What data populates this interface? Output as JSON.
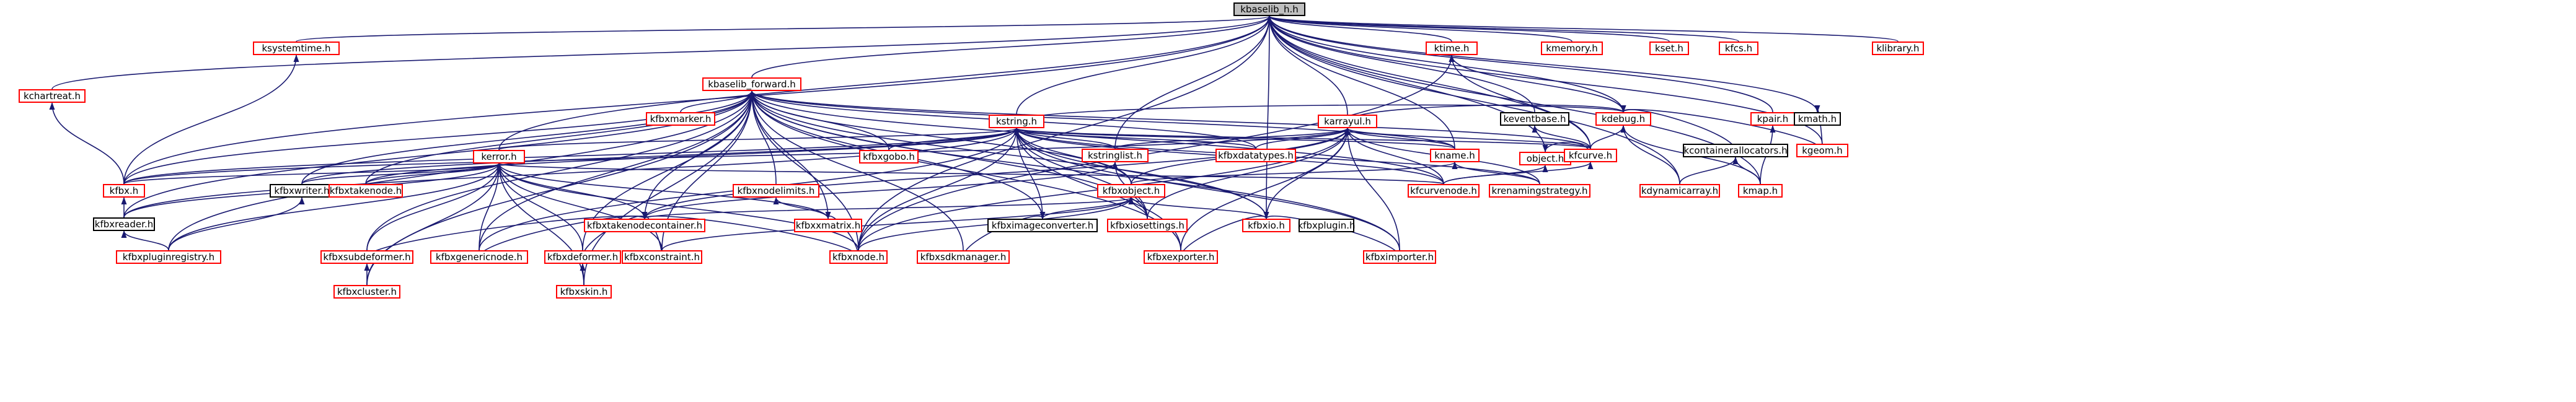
{
  "graph": {
    "edge_color": "#191970",
    "nodes": {
      "kbaselib_h": {
        "label": "kbaselib_h.h",
        "style": "root"
      },
      "kbaselib_forward": {
        "label": "kbaselib_forward.h",
        "style": "link"
      },
      "ksystemtime": {
        "label": "ksystemtime.h",
        "style": "link"
      },
      "kchartreat": {
        "label": "kchartreat.h",
        "style": "link"
      },
      "ktime": {
        "label": "ktime.h",
        "style": "link"
      },
      "kmemory": {
        "label": "kmemory.h",
        "style": "link"
      },
      "kset": {
        "label": "kset.h",
        "style": "link"
      },
      "kfcs": {
        "label": "kfcs.h",
        "style": "link"
      },
      "klibrary": {
        "label": "klibrary.h",
        "style": "link"
      },
      "keventbase": {
        "label": "keventbase.h",
        "style": "plain"
      },
      "kdebug": {
        "label": "kdebug.h",
        "style": "link"
      },
      "kpair": {
        "label": "kpair.h",
        "style": "link"
      },
      "kmath": {
        "label": "kmath.h",
        "style": "plain"
      },
      "kgeom": {
        "label": "kgeom.h",
        "style": "link"
      },
      "kfbxmarker": {
        "label": "kfbxmarker.h",
        "style": "link"
      },
      "kstring": {
        "label": "kstring.h",
        "style": "link"
      },
      "karrayul": {
        "label": "karrayul.h",
        "style": "link"
      },
      "object": {
        "label": "object.h",
        "style": "link"
      },
      "kcontainerallocators": {
        "label": "kcontainerallocators.h",
        "style": "plain"
      },
      "kfbxgobo": {
        "label": "kfbxgobo.h",
        "style": "link"
      },
      "kstringlist": {
        "label": "kstringlist.h",
        "style": "link"
      },
      "kfbxdatatypes": {
        "label": "kfbxdatatypes.h",
        "style": "link"
      },
      "kname": {
        "label": "kname.h",
        "style": "link"
      },
      "kfcurve": {
        "label": "kfcurve.h",
        "style": "link"
      },
      "kdynamicarray": {
        "label": "kdynamicarray.h",
        "style": "link"
      },
      "kmap": {
        "label": "kmap.h",
        "style": "link"
      },
      "kerror": {
        "label": "kerror.h",
        "style": "link"
      },
      "kfbx": {
        "label": "kfbx.h",
        "style": "link"
      },
      "kfbxwriter": {
        "label": "kfbxwriter.h",
        "style": "plain"
      },
      "kfbxtakenode": {
        "label": "kfbxtakenode.h",
        "style": "link"
      },
      "kfbxnodelimits": {
        "label": "kfbxnodelimits.h",
        "style": "link"
      },
      "kfbxobject": {
        "label": "kfbxobject.h",
        "style": "link"
      },
      "kfcurvenode": {
        "label": "kfcurvenode.h",
        "style": "link"
      },
      "krenamingstrategy": {
        "label": "krenamingstrategy.h",
        "style": "link"
      },
      "kfbxreader": {
        "label": "kfbxreader.h",
        "style": "plain"
      },
      "kfbxtakenodecontainer": {
        "label": "kfbxtakenodecontainer.h",
        "style": "link"
      },
      "kfbxxmatrix": {
        "label": "kfbxxmatrix.h",
        "style": "link"
      },
      "kfbximageconverter": {
        "label": "kfbximageconverter.h",
        "style": "plain"
      },
      "kfbxiosettings": {
        "label": "kfbxiosettings.h",
        "style": "link"
      },
      "kfbxio": {
        "label": "kfbxio.h",
        "style": "link"
      },
      "kfbxplugin": {
        "label": "kfbxplugin.h",
        "style": "plain"
      },
      "kfbxpluginregistry": {
        "label": "kfbxpluginregistry.h",
        "style": "link"
      },
      "kfbxsubdeformer": {
        "label": "kfbxsubdeformer.h",
        "style": "link"
      },
      "kfbxgenericnode": {
        "label": "kfbxgenericnode.h",
        "style": "link"
      },
      "kfbxdeformer": {
        "label": "kfbxdeformer.h",
        "style": "link"
      },
      "kfbxconstraint": {
        "label": "kfbxconstraint.h",
        "style": "link"
      },
      "kfbxnode": {
        "label": "kfbxnode.h",
        "style": "link"
      },
      "kfbxsdkmanager": {
        "label": "kfbxsdkmanager.h",
        "style": "link"
      },
      "kfbxexporter": {
        "label": "kfbxexporter.h",
        "style": "link"
      },
      "kfbximporter": {
        "label": "kfbximporter.h",
        "style": "link"
      },
      "kfbxcluster": {
        "label": "kfbxcluster.h",
        "style": "link"
      },
      "kfbxskin": {
        "label": "kfbxskin.h",
        "style": "link"
      }
    },
    "edges": [
      [
        "ksystemtime",
        "kbaselib_h"
      ],
      [
        "kchartreat",
        "kbaselib_h"
      ],
      [
        "ktime",
        "kbaselib_h"
      ],
      [
        "kmemory",
        "kbaselib_h"
      ],
      [
        "kset",
        "kbaselib_h"
      ],
      [
        "kfcs",
        "kbaselib_h"
      ],
      [
        "klibrary",
        "kbaselib_h"
      ],
      [
        "keventbase",
        "kbaselib_h"
      ],
      [
        "kdebug",
        "kbaselib_h"
      ],
      [
        "kpair",
        "kbaselib_h"
      ],
      [
        "kmath",
        "kbaselib_h"
      ],
      [
        "kgeom",
        "kbaselib_h"
      ],
      [
        "kbaselib_forward",
        "kbaselib_h"
      ],
      [
        "kstring",
        "kbaselib_h"
      ],
      [
        "karrayul",
        "kbaselib_h"
      ],
      [
        "object",
        "kbaselib_h"
      ],
      [
        "kname",
        "kbaselib_h"
      ],
      [
        "kfcurve",
        "kbaselib_h"
      ],
      [
        "kmap",
        "kbaselib_h"
      ],
      [
        "kdynamicarray",
        "kbaselib_h"
      ],
      [
        "kstringlist",
        "kbaselib_h"
      ],
      [
        "kfbxnode",
        "kbaselib_h"
      ],
      [
        "kfbx",
        "kbaselib_h"
      ],
      [
        "kerror",
        "kbaselib_h"
      ],
      [
        "kfbxio",
        "kbaselib_h"
      ],
      [
        "kfbx",
        "kchartreat"
      ],
      [
        "kfbx",
        "ksystemtime"
      ],
      [
        "kfbxnode",
        "ktime"
      ],
      [
        "kdebug",
        "ktime"
      ],
      [
        "kfcurve",
        "ktime"
      ],
      [
        "kstring",
        "kdebug"
      ],
      [
        "karrayul",
        "kdebug"
      ],
      [
        "kfcurve",
        "kdebug"
      ],
      [
        "kcontainerallocators",
        "kdebug"
      ],
      [
        "kdynamicarray",
        "kdebug"
      ],
      [
        "kmap",
        "kdebug"
      ],
      [
        "kgeom",
        "kdebug"
      ],
      [
        "kfcurve",
        "keventbase"
      ],
      [
        "kmap",
        "kpair"
      ],
      [
        "kgeom",
        "kmath"
      ],
      [
        "kmap",
        "kcontainerallocators"
      ],
      [
        "kdynamicarray",
        "kcontainerallocators"
      ],
      [
        "kfbxmarker",
        "kbaselib_forward"
      ],
      [
        "kfbxgobo",
        "kbaselib_forward"
      ],
      [
        "kfbx",
        "kbaselib_forward"
      ],
      [
        "kfbxwriter",
        "kbaselib_forward"
      ],
      [
        "kfbxreader",
        "kbaselib_forward"
      ],
      [
        "kfbxtakenode",
        "kbaselib_forward"
      ],
      [
        "kfbxnodelimits",
        "kbaselib_forward"
      ],
      [
        "kfbxobject",
        "kbaselib_forward"
      ],
      [
        "kfbxdatatypes",
        "kbaselib_forward"
      ],
      [
        "kfcurvenode",
        "kbaselib_forward"
      ],
      [
        "kfbxtakenodecontainer",
        "kbaselib_forward"
      ],
      [
        "kfbxxmatrix",
        "kbaselib_forward"
      ],
      [
        "kfbximageconverter",
        "kbaselib_forward"
      ],
      [
        "kfbxiosettings",
        "kbaselib_forward"
      ],
      [
        "kfbxio",
        "kbaselib_forward"
      ],
      [
        "kfbxpluginregistry",
        "kbaselib_forward"
      ],
      [
        "kfbxsubdeformer",
        "kbaselib_forward"
      ],
      [
        "kfbxgenericnode",
        "kbaselib_forward"
      ],
      [
        "kfbxdeformer",
        "kbaselib_forward"
      ],
      [
        "kfbxconstraint",
        "kbaselib_forward"
      ],
      [
        "kfbxnode",
        "kbaselib_forward"
      ],
      [
        "kfbxsdkmanager",
        "kbaselib_forward"
      ],
      [
        "kfbxexporter",
        "kbaselib_forward"
      ],
      [
        "kfbximporter",
        "kbaselib_forward"
      ],
      [
        "kfbxskin",
        "kbaselib_forward"
      ],
      [
        "kfbxcluster",
        "kbaselib_forward"
      ],
      [
        "kfcurve",
        "kbaselib_forward"
      ],
      [
        "kname",
        "kbaselib_forward"
      ],
      [
        "kfbxgobo",
        "kstring"
      ],
      [
        "kstringlist",
        "kstring"
      ],
      [
        "kfbxdatatypes",
        "kstring"
      ],
      [
        "kerror",
        "kstring"
      ],
      [
        "kfbx",
        "kstring"
      ],
      [
        "kfbxwriter",
        "kstring"
      ],
      [
        "kfbxtakenode",
        "kstring"
      ],
      [
        "kfbxobject",
        "kstring"
      ],
      [
        "kname",
        "kstring"
      ],
      [
        "kfcurvenode",
        "kstring"
      ],
      [
        "kfbximageconverter",
        "kstring"
      ],
      [
        "kfbxiosettings",
        "kstring"
      ],
      [
        "kfbxio",
        "kstring"
      ],
      [
        "kfbxnode",
        "kstring"
      ],
      [
        "kfbxexporter",
        "kstring"
      ],
      [
        "kfbximporter",
        "kstring"
      ],
      [
        "kfbxgenericnode",
        "kstring"
      ],
      [
        "krenamingstrategy",
        "kstring"
      ],
      [
        "kfbxreader",
        "kstring"
      ],
      [
        "kfcurve",
        "kstring"
      ],
      [
        "kstringlist",
        "karrayul"
      ],
      [
        "kfbxdatatypes",
        "karrayul"
      ],
      [
        "kname",
        "karrayul"
      ],
      [
        "kfcurve",
        "karrayul"
      ],
      [
        "kfbxobject",
        "karrayul"
      ],
      [
        "kfcurvenode",
        "karrayul"
      ],
      [
        "krenamingstrategy",
        "karrayul"
      ],
      [
        "kfbxiosettings",
        "karrayul"
      ],
      [
        "kfbxio",
        "karrayul"
      ],
      [
        "kfbxtakenodecontainer",
        "karrayul"
      ],
      [
        "kfbxnode",
        "karrayul"
      ],
      [
        "kfbxexporter",
        "karrayul"
      ],
      [
        "kfbximporter",
        "karrayul"
      ],
      [
        "kfbx",
        "karrayul"
      ],
      [
        "kfcurve",
        "object"
      ],
      [
        "kfcurvenode",
        "object"
      ],
      [
        "kfbxtakenodecontainer",
        "kstringlist"
      ],
      [
        "kfbxobject",
        "kstringlist"
      ],
      [
        "kfbxiosettings",
        "kstringlist"
      ],
      [
        "kfbxobject",
        "kname"
      ],
      [
        "krenamingstrategy",
        "kname"
      ],
      [
        "kfcurvenode",
        "kfcurve"
      ],
      [
        "kfbx",
        "kerror"
      ],
      [
        "kfbxwriter",
        "kerror"
      ],
      [
        "kfbxreader",
        "kerror"
      ],
      [
        "kfbxtakenode",
        "kerror"
      ],
      [
        "kfbxtakenodecontainer",
        "kerror"
      ],
      [
        "kfbxsubdeformer",
        "kerror"
      ],
      [
        "kfbxgenericnode",
        "kerror"
      ],
      [
        "kfbxdeformer",
        "kerror"
      ],
      [
        "kfbxconstraint",
        "kerror"
      ],
      [
        "kfbxnode",
        "kerror"
      ],
      [
        "kfbxcluster",
        "kerror"
      ],
      [
        "kfbxskin",
        "kerror"
      ],
      [
        "kfbxpluginregistry",
        "kerror"
      ],
      [
        "kfbxxmatrix",
        "kerror"
      ],
      [
        "kfcurvenode",
        "kerror"
      ],
      [
        "kfbxreader",
        "kfbx"
      ],
      [
        "kfbxpluginregistry",
        "kfbxwriter"
      ],
      [
        "kfbxxmatrix",
        "kfbxnodelimits"
      ],
      [
        "kfbxtakenodecontainer",
        "kfbxobject"
      ],
      [
        "kfbxiosettings",
        "kfbxobject"
      ],
      [
        "kfbxio",
        "kfbxobject"
      ],
      [
        "kfbximageconverter",
        "kfbxobject"
      ],
      [
        "kfbxconstraint",
        "kfbxobject"
      ],
      [
        "kfbxnode",
        "kfbxobject"
      ],
      [
        "kfbxnode",
        "kfbxtakenodecontainer"
      ],
      [
        "kfbxsubdeformer",
        "kfbxtakenodecontainer"
      ],
      [
        "kfbxgenericnode",
        "kfbxtakenodecontainer"
      ],
      [
        "kfbxdeformer",
        "kfbxtakenodecontainer"
      ],
      [
        "kfbxconstraint",
        "kfbxtakenodecontainer"
      ],
      [
        "kfbxnode",
        "kfbxxmatrix"
      ],
      [
        "kfbxsdkmanager",
        "kfbximageconverter"
      ],
      [
        "kfbxexporter",
        "kfbxio"
      ],
      [
        "kfbximporter",
        "kfbxio"
      ],
      [
        "kfbxcluster",
        "kfbxsubdeformer"
      ],
      [
        "kfbxskin",
        "kfbxdeformer"
      ],
      [
        "kfbxpluginregistry",
        "kfbxreader"
      ]
    ]
  }
}
